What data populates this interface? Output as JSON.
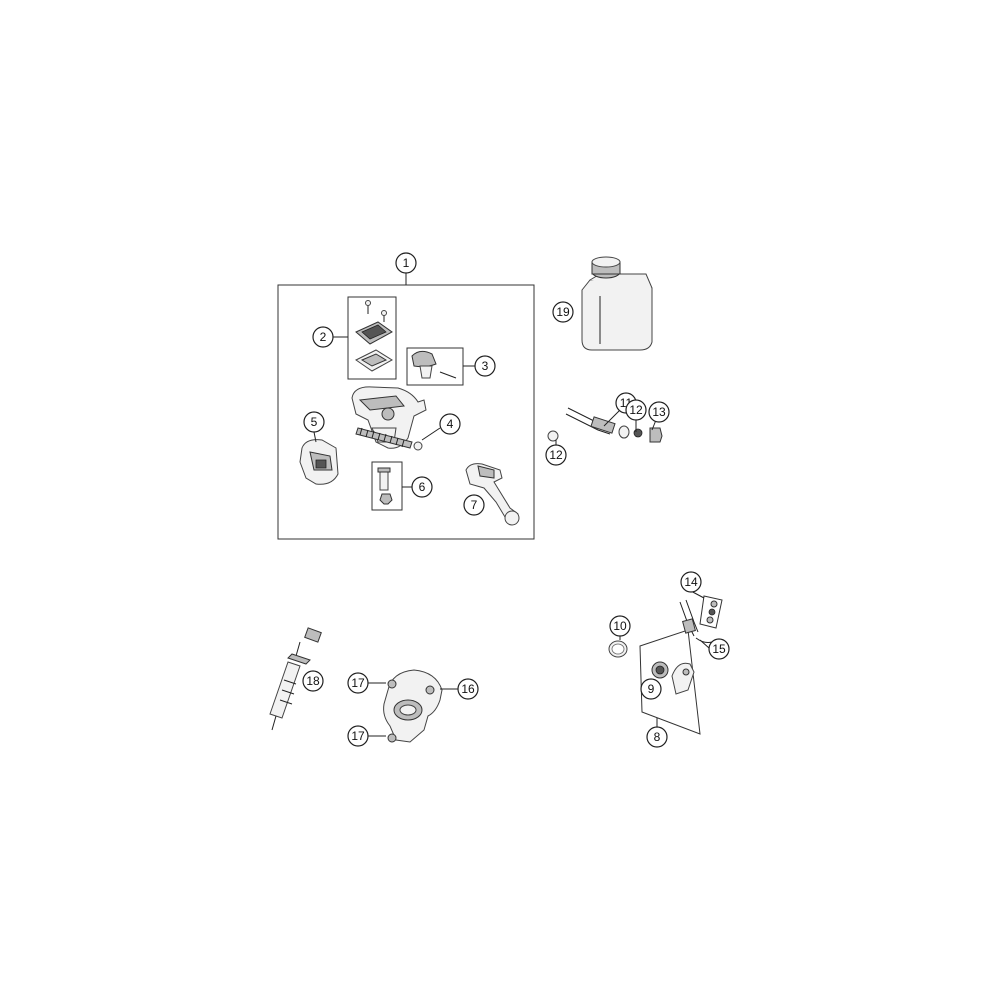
{
  "diagram": {
    "callouts": [
      {
        "id": "1",
        "label": "1"
      },
      {
        "id": "2",
        "label": "2"
      },
      {
        "id": "3",
        "label": "3"
      },
      {
        "id": "4",
        "label": "4"
      },
      {
        "id": "5",
        "label": "5"
      },
      {
        "id": "6",
        "label": "6"
      },
      {
        "id": "7",
        "label": "7"
      },
      {
        "id": "8",
        "label": "8"
      },
      {
        "id": "9",
        "label": "9"
      },
      {
        "id": "10",
        "label": "10"
      },
      {
        "id": "11",
        "label": "11"
      },
      {
        "id": "12a",
        "label": "12"
      },
      {
        "id": "12b",
        "label": "12"
      },
      {
        "id": "13",
        "label": "13"
      },
      {
        "id": "14",
        "label": "14"
      },
      {
        "id": "15",
        "label": "15"
      },
      {
        "id": "16",
        "label": "16"
      },
      {
        "id": "17a",
        "label": "17"
      },
      {
        "id": "17b",
        "label": "17"
      },
      {
        "id": "18",
        "label": "18"
      },
      {
        "id": "19",
        "label": "19"
      }
    ]
  }
}
